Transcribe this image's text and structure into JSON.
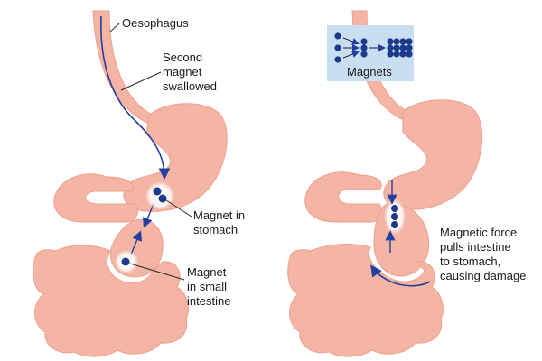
{
  "colors": {
    "tissue": "#f4b5a5",
    "tissue_edge": "#ee9f8d",
    "magnet": "#1c3a8c",
    "arrow": "#233fa0",
    "leader": "#2a2a2a",
    "legend_bg": "#c9def0"
  },
  "left_panel": {
    "oesophagus_label": "Oesophagus",
    "second_magnet_label": [
      "Second",
      "magnet",
      "swallowed"
    ],
    "magnet_stomach_label": [
      "Magnet in",
      "stomach"
    ],
    "magnet_intestine_label": [
      "Magnet",
      "in small",
      "intestine"
    ]
  },
  "right_panel": {
    "legend_title": "Magnets",
    "force_label": [
      "Magnetic force",
      "pulls intestine",
      "to stomach,",
      "causing damage"
    ]
  }
}
